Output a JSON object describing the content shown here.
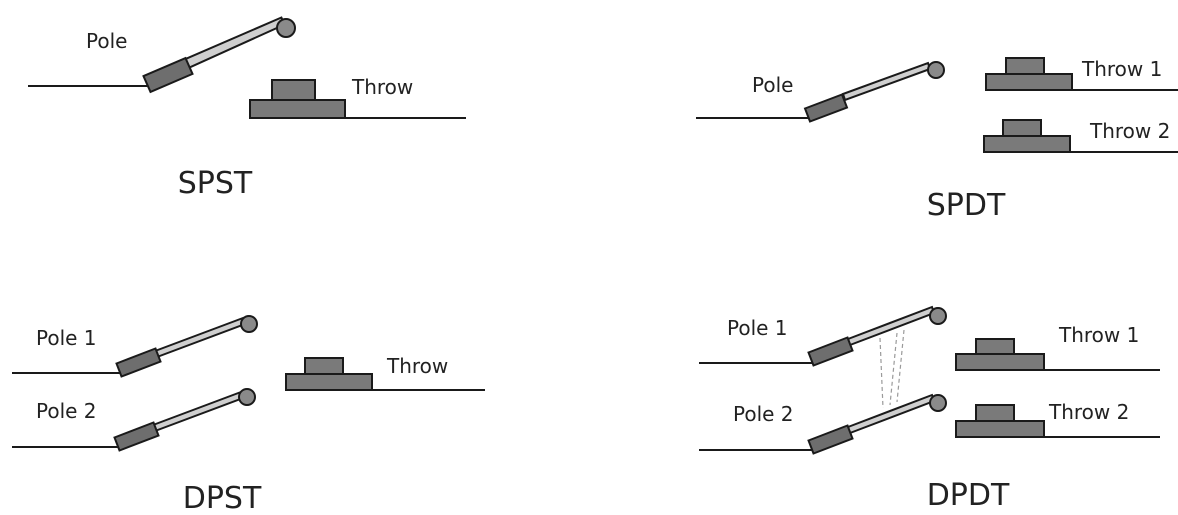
{
  "diagrams": {
    "spst": {
      "caption": "SPST",
      "pole_label": "Pole",
      "throw_label": "Throw"
    },
    "spdt": {
      "caption": "SPDT",
      "pole_label": "Pole",
      "throw1_label": "Throw 1",
      "throw2_label": "Throw 2"
    },
    "dpst": {
      "caption": "DPST",
      "pole1_label": "Pole 1",
      "pole2_label": "Pole 2",
      "throw_label": "Throw"
    },
    "dpdt": {
      "caption": "DPDT",
      "pole1_label": "Pole 1",
      "pole2_label": "Pole 2",
      "throw1_label": "Throw 1",
      "throw2_label": "Throw 2"
    }
  },
  "colors": {
    "lines": "#1a1a1a",
    "contact_fill": "#7a7a7a",
    "rod_fill": "#cfcfcf",
    "link_dashed": "#9a9a9a"
  }
}
